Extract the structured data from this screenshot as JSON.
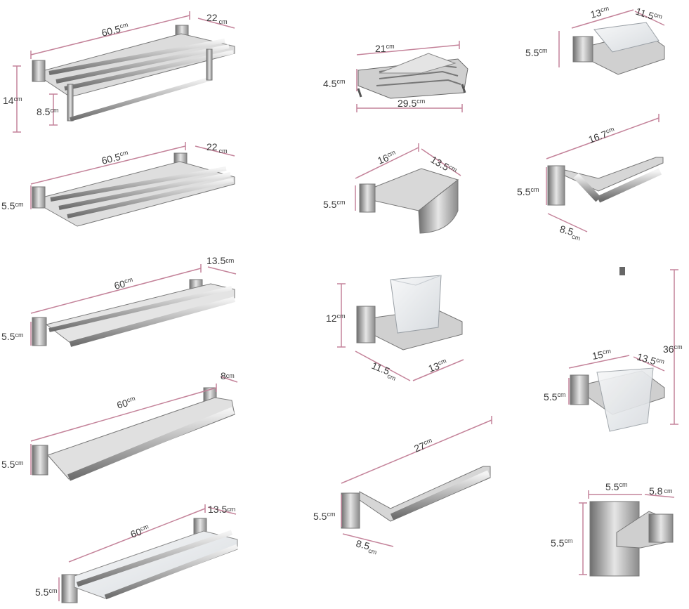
{
  "colors": {
    "dimension_line": "#c4839a",
    "metal_light": "#f2f2f2",
    "metal_mid": "#bdbdbd",
    "metal_dark": "#707070",
    "glass": "#e9ecef",
    "text": "#3a3a3a"
  },
  "unit": "cm",
  "products": [
    {
      "id": "double-towel-shelf",
      "dims": [
        "60.5",
        "22",
        "14",
        "8.5"
      ]
    },
    {
      "id": "towel-shelf",
      "dims": [
        "60.5",
        "22",
        "5.5"
      ]
    },
    {
      "id": "double-towel-bar",
      "dims": [
        "60",
        "13.5",
        "5.5"
      ]
    },
    {
      "id": "single-towel-bar",
      "dims": [
        "60",
        "8",
        "5.5"
      ]
    },
    {
      "id": "glass-shelf",
      "dims": [
        "60",
        "13.5",
        "5.5"
      ]
    },
    {
      "id": "corner-basket",
      "dims": [
        "21",
        "4.5",
        "29.5"
      ]
    },
    {
      "id": "paper-holder-cover",
      "dims": [
        "16",
        "13.5",
        "5.5"
      ]
    },
    {
      "id": "tumbler-holder",
      "dims": [
        "12",
        "11.5",
        "13"
      ]
    },
    {
      "id": "towel-ring",
      "dims": [
        "27",
        "5.5",
        "8.5"
      ]
    },
    {
      "id": "soap-dish",
      "dims": [
        "13",
        "11.5",
        "5.5"
      ]
    },
    {
      "id": "paper-holder",
      "dims": [
        "16.7",
        "5.5",
        "8.5"
      ]
    },
    {
      "id": "toilet-brush",
      "dims": [
        "15",
        "13.5",
        "36",
        "5.5"
      ]
    },
    {
      "id": "robe-hook",
      "dims": [
        "5.5",
        "5.8",
        "5.5"
      ]
    }
  ]
}
